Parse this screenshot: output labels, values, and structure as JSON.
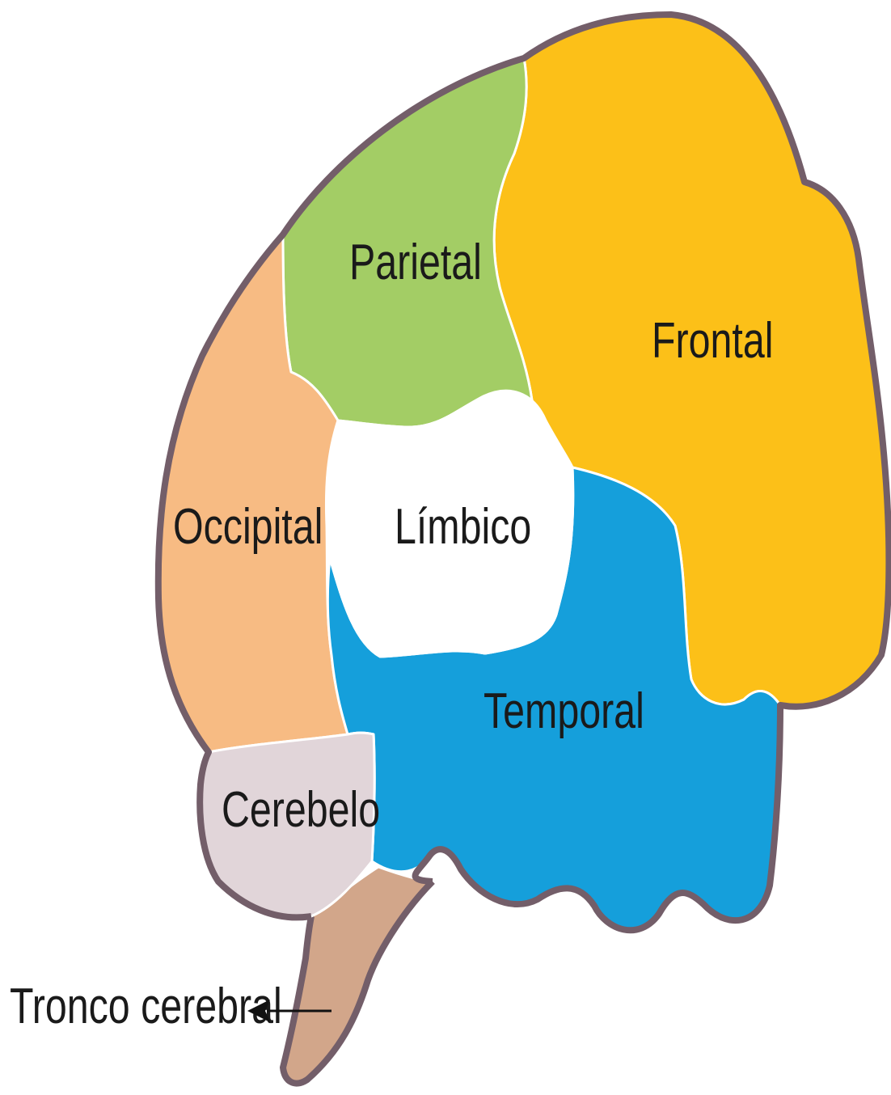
{
  "labels": {
    "parietal": "Parietal",
    "frontal": "Frontal",
    "occipital": "Occipital",
    "limbico": "Límbico",
    "temporal": "Temporal",
    "cerebelo": "Cerebelo",
    "tronco": "Tronco cerebral"
  },
  "colors": {
    "parietal": "#a3cd65",
    "frontal": "#fcc018",
    "occipital": "#f7bb83",
    "limbico": "#ffffff",
    "temporal": "#159fdb",
    "cerebelo": "#e1d5d9",
    "tronco": "#d2a68a",
    "outline": "#735e69"
  }
}
